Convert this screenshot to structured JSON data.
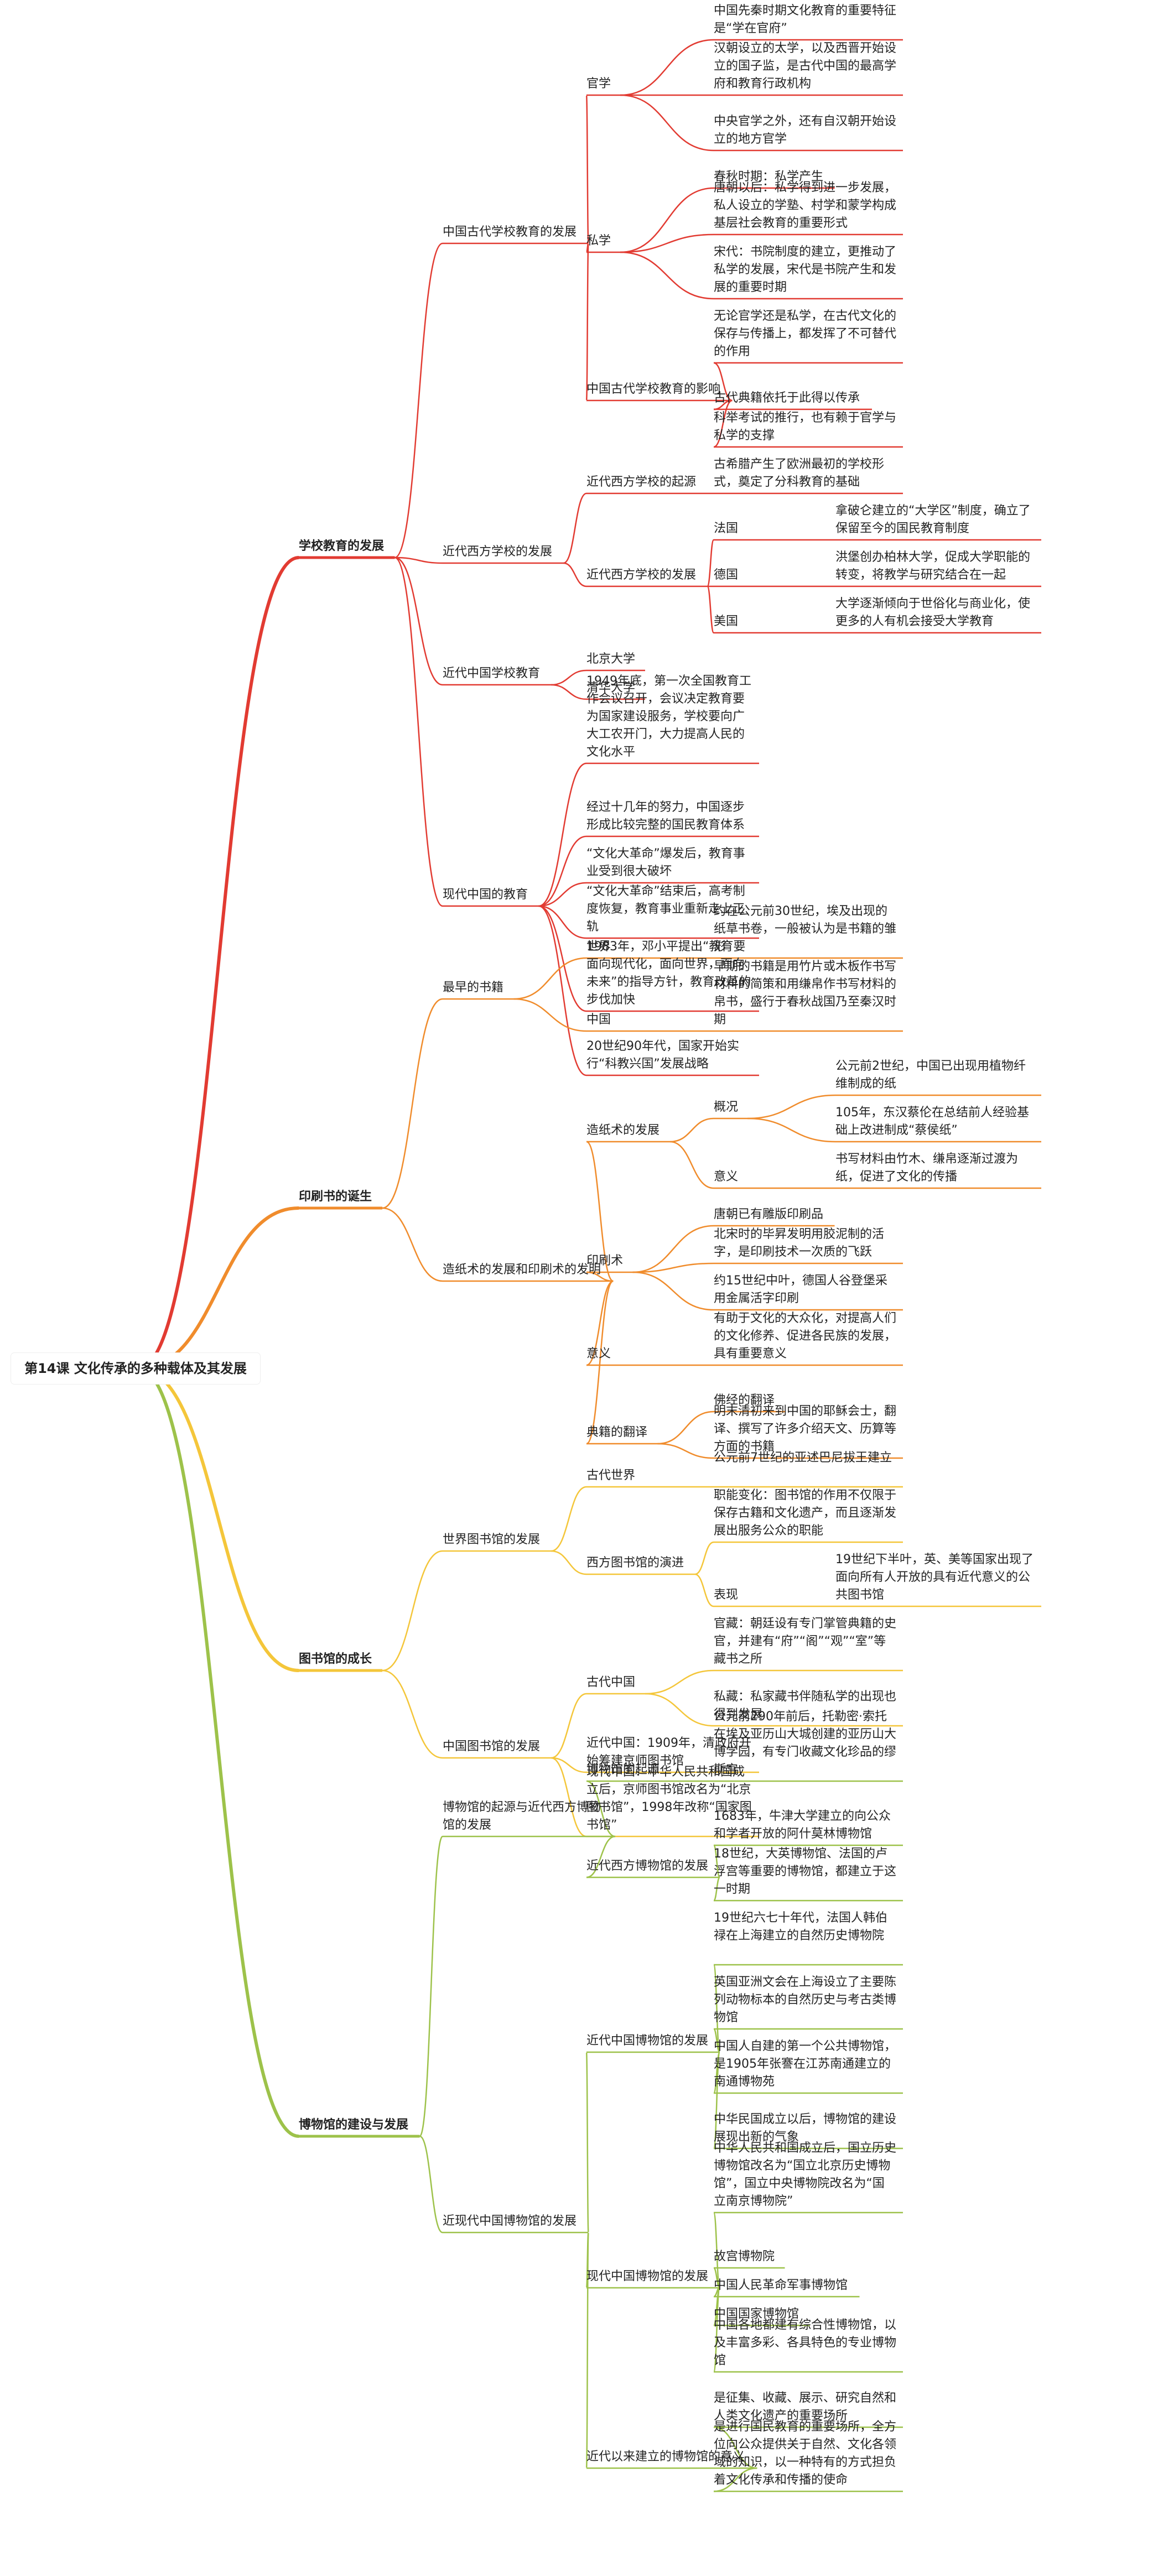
{
  "colors": {
    "school": "#e23b32",
    "print": "#f08c2c",
    "library": "#f4c63a",
    "museum": "#9dc24a",
    "root_bg": "#ffffff",
    "text": "#222222"
  },
  "tree": {
    "id": "root",
    "text": "第14课 文化传承的多种载体及其发展",
    "children": [
      {
        "id": "school",
        "text": "学校教育的发展",
        "color": "school",
        "children": [
          {
            "text": "中国古代学校教育的发展",
            "children": [
              {
                "text": "官学",
                "children": [
                  {
                    "text": "中国先秦时期文化教育的重要特征是“学在官府”"
                  },
                  {
                    "text": "汉朝设立的太学，以及西晋开始设立的国子监，是古代中国的最高学府和教育行政机构"
                  },
                  {
                    "text": "中央官学之外，还有自汉朝开始设立的地方官学"
                  }
                ]
              },
              {
                "text": "私学",
                "children": [
                  {
                    "text": "春秋时期：私学产生"
                  },
                  {
                    "text": "唐朝以后：私学得到进一步发展，私人设立的学塾、村学和蒙学构成基层社会教育的重要形式"
                  },
                  {
                    "text": "宋代：书院制度的建立，更推动了私学的发展，宋代是书院产生和发展的重要时期"
                  }
                ]
              },
              {
                "text": "中国古代学校教育的影响",
                "children": [
                  {
                    "text": "无论官学还是私学，在古代文化的保存与传播上，都发挥了不可替代的作用"
                  },
                  {
                    "text": "古代典籍依托于此得以传承"
                  },
                  {
                    "text": "科举考试的推行，也有赖于官学与私学的支撑"
                  }
                ]
              }
            ]
          },
          {
            "text": "近代西方学校的发展",
            "children": [
              {
                "text": "近代西方学校的起源",
                "children": [
                  {
                    "text": "古希腊产生了欧洲最初的学校形式，奠定了分科教育的基础"
                  }
                ]
              },
              {
                "text": "近代西方学校的发展",
                "children": [
                  {
                    "text": "法国",
                    "children": [
                      {
                        "text": "拿破仑建立的“大学区”制度，确立了保留至今的国民教育制度"
                      }
                    ]
                  },
                  {
                    "text": "德国",
                    "children": [
                      {
                        "text": "洪堡创办柏林大学，促成大学职能的转变，将教学与研究结合在一起"
                      }
                    ]
                  },
                  {
                    "text": "美国",
                    "children": [
                      {
                        "text": "大学逐渐倾向于世俗化与商业化，使更多的人有机会接受大学教育"
                      }
                    ]
                  }
                ]
              }
            ]
          },
          {
            "text": "近代中国学校教育",
            "children": [
              {
                "text": "北京大学"
              },
              {
                "text": "清华大学"
              }
            ]
          },
          {
            "text": "现代中国的教育",
            "children": [
              {
                "text": "1949年底，第一次全国教育工作会议召开，会议决定教育要为国家建设服务，学校要向广大工农开门，大力提高人民的文化水平"
              },
              {
                "text": "经过十几年的努力，中国逐步形成比较完整的国民教育体系"
              },
              {
                "text": "“文化大革命”爆发后，教育事业受到很大破坏"
              },
              {
                "text": "“文化大革命”结束后，高考制度恢复，教育事业重新走上正轨"
              },
              {
                "text": "1983年，邓小平提出“教育要面向现代化，面向世界，面向未来”的指导方针，教育改革的步伐加快"
              },
              {
                "text": "20世纪90年代，国家开始实行“科教兴国”发展战略"
              }
            ]
          }
        ]
      },
      {
        "id": "print",
        "text": "印刷书的诞生",
        "color": "print",
        "children": [
          {
            "text": "最早的书籍",
            "children": [
              {
                "text": "世界",
                "children": [
                  {
                    "text": "约在公元前30世纪，埃及出现的纸草书卷，一般被认为是书籍的雏形"
                  }
                ]
              },
              {
                "text": "中国",
                "children": [
                  {
                    "text": "早期的书籍是用竹片或木板作书写材料的简策和用缣帛作书写材料的帛书，盛行于春秋战国乃至秦汉时期"
                  }
                ]
              }
            ]
          },
          {
            "text": "造纸术的发展和印刷术的发明",
            "children": [
              {
                "text": "造纸术的发展",
                "children": [
                  {
                    "text": "概况",
                    "children": [
                      {
                        "text": "公元前2世纪，中国已出现用植物纤维制成的纸"
                      },
                      {
                        "text": "105年，东汉蔡伦在总结前人经验基础上改进制成“蔡侯纸”"
                      }
                    ]
                  },
                  {
                    "text": "意义",
                    "children": [
                      {
                        "text": "书写材料由竹木、缣帛逐渐过渡为纸，促进了文化的传播"
                      }
                    ]
                  }
                ]
              },
              {
                "text": "印刷术",
                "children": [
                  {
                    "text": "唐朝已有雕版印刷品"
                  },
                  {
                    "text": "北宋时的毕昇发明用胶泥制的活字，是印刷技术一次质的飞跃"
                  },
                  {
                    "text": "约15世纪中叶，德国人谷登堡采用金属活字印刷"
                  }
                ]
              },
              {
                "text": "意义",
                "children": [
                  {
                    "text": "有助于文化的大众化，对提高人们的文化修养、促进各民族的发展，具有重要意义"
                  }
                ]
              },
              {
                "text": "典籍的翻译",
                "children": [
                  {
                    "text": "佛经的翻译"
                  },
                  {
                    "text": "明末清初来到中国的耶稣会士，翻译、撰写了许多介绍天文、历算等方面的书籍"
                  }
                ]
              }
            ]
          }
        ]
      },
      {
        "id": "library",
        "text": "图书馆的成长",
        "color": "library",
        "children": [
          {
            "text": "世界图书馆的发展",
            "children": [
              {
                "text": "古代世界",
                "children": [
                  {
                    "text": "公元前7世纪的亚述巴尼拔王建立"
                  }
                ]
              },
              {
                "text": "西方图书馆的演进",
                "children": [
                  {
                    "text": "职能变化：图书馆的作用不仅限于保存古籍和文化遗产，而且逐渐发展出服务公众的职能"
                  },
                  {
                    "text": "表现",
                    "children": [
                      {
                        "text": "19世纪下半叶，英、美等国家出现了面向所有人开放的具有近代意义的公共图书馆"
                      }
                    ]
                  }
                ]
              }
            ]
          },
          {
            "text": "中国图书馆的发展",
            "children": [
              {
                "text": "古代中国",
                "children": [
                  {
                    "text": "官藏：朝廷设有专门掌管典籍的史官，并建有“府”“阁”“观”“室”等藏书之所"
                  },
                  {
                    "text": "私藏：私家藏书伴随私学的出现也得到发展"
                  }
                ]
              },
              {
                "text": "近代中国：1909年，清政府开始筹建京师图书馆"
              },
              {
                "text": "现代中国：中华人民共和国成立后，京师图书馆改名为“北京图书馆”，1998年改称“国家图书馆”"
              }
            ]
          }
        ]
      },
      {
        "id": "museum",
        "text": "博物馆的建设与发展",
        "color": "museum",
        "children": [
          {
            "text": "博物馆的起源与近代西方博物馆的发展",
            "children": [
              {
                "text": "博物馆的起源",
                "children": [
                  {
                    "text": "公元前290年前后，托勒密·索托在埃及亚历山大城创建的亚历山大博学园，有专门收藏文化珍品的缪斯宫"
                  }
                ]
              },
              {
                "text": "近代西方博物馆的发展",
                "children": [
                  {
                    "text": "1683年，牛津大学建立的向公众和学者开放的阿什莫林博物馆"
                  },
                  {
                    "text": "18世纪，大英博物馆、法国的卢浮宫等重要的博物馆，都建立于这一时期"
                  }
                ]
              }
            ]
          },
          {
            "text": "近现代中国博物馆的发展",
            "children": [
              {
                "text": "近代中国博物馆的发展",
                "children": [
                  {
                    "text": "19世纪六七十年代，法国人韩伯禄在上海建立的自然历史博物院"
                  },
                  {
                    "text": "英国亚洲文会在上海设立了主要陈列动物标本的自然历史与考古类博物馆"
                  },
                  {
                    "text": "中国人自建的第一个公共博物馆，是1905年张謇在江苏南通建立的南通博物苑"
                  },
                  {
                    "text": "中华民国成立以后，博物馆的建设展现出新的气象"
                  }
                ]
              },
              {
                "text": "现代中国博物馆的发展",
                "children": [
                  {
                    "text": "中华人民共和国成立后，国立历史博物馆改名为“国立北京历史博物馆”，国立中央博物院改名为“国立南京博物院”"
                  },
                  {
                    "text": "故宫博物院"
                  },
                  {
                    "text": "中国人民革命军事博物馆"
                  },
                  {
                    "text": "中国国家博物馆"
                  },
                  {
                    "text": "中国各地都建有综合性博物馆，以及丰富多彩、各具特色的专业博物馆"
                  }
                ]
              },
              {
                "text": "近代以来建立的博物馆的意义",
                "children": [
                  {
                    "text": "是征集、收藏、展示、研究自然和人类文化遗产的重要场所"
                  },
                  {
                    "text": "是进行国民教育的重要场所，全方位向公众提供关于自然、文化各领域的知识，以一种特有的方式担负着文化传承和传播的使命"
                  }
                ]
              }
            ]
          }
        ]
      }
    ]
  }
}
